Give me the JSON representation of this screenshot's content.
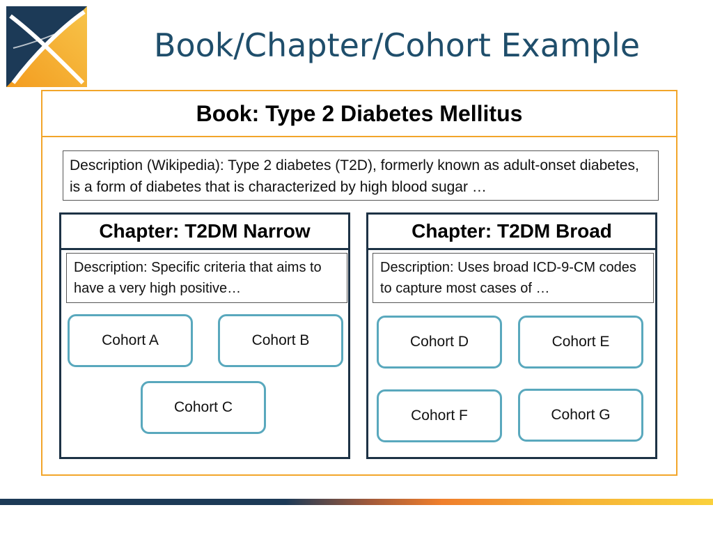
{
  "title": "Book/Chapter/Cohort Example",
  "colors": {
    "title": "#1f4e6b",
    "book_border": "#f2a52a",
    "chapter_border": "#1d3245",
    "cohort_border": "#59a8bd",
    "logo_dark": "#1c3a57",
    "logo_orange": "#f5a623"
  },
  "book": {
    "header": "Book: Type 2 Diabetes Mellitus",
    "description": "Description (Wikipedia): Type 2 diabetes (T2D), formerly known as adult-onset diabetes, is a form of diabetes that is characterized by high blood sugar …"
  },
  "chapters": [
    {
      "header": "Chapter: T2DM Narrow",
      "description": "Description: Specific criteria that aims to have a very high positive…",
      "cohorts": [
        "Cohort A",
        "Cohort B",
        "Cohort C"
      ]
    },
    {
      "header": "Chapter: T2DM Broad",
      "description": "Description: Uses broad ICD-9-CM codes to capture most cases of …",
      "cohorts": [
        "Cohort D",
        "Cohort E",
        "Cohort F",
        "Cohort G"
      ]
    }
  ]
}
